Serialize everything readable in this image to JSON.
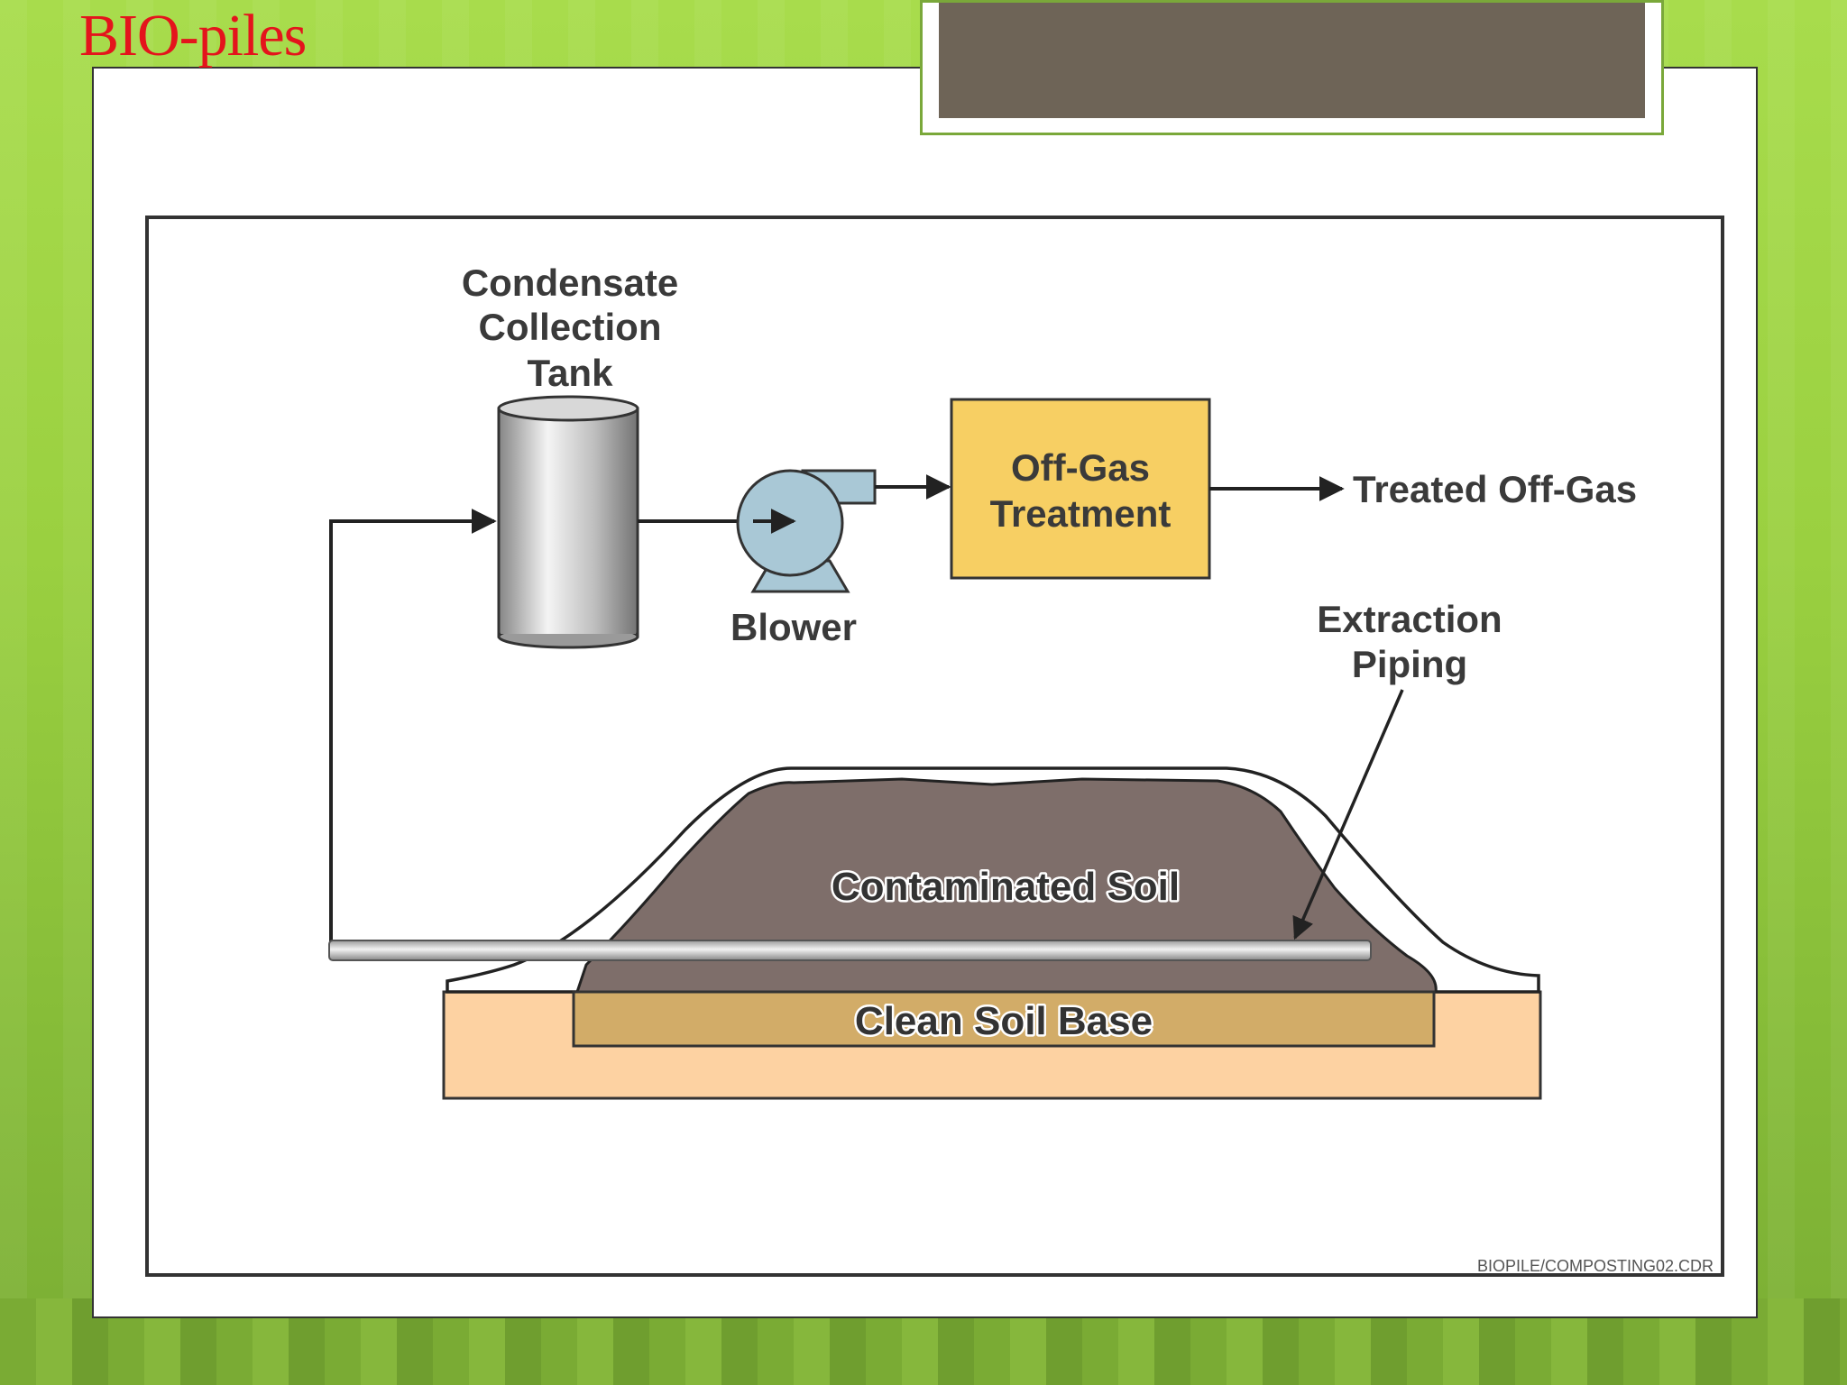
{
  "slide": {
    "title": "BIO-piles",
    "colors": {
      "background": "#9ad040",
      "title": "#e4141c",
      "title_box": "#6e6457",
      "frame": "#7aa83a"
    }
  },
  "diagram": {
    "labels": {
      "tank_line1": "Condensate",
      "tank_line2": "Collection",
      "tank_line3": "Tank",
      "blower": "Blower",
      "treatment_line1": "Off-Gas",
      "treatment_line2": "Treatment",
      "treated": "Treated Off-Gas",
      "piping_line1": "Extraction",
      "piping_line2": "Piping",
      "contaminated_soil": "Contaminated Soil",
      "clean_soil": "Clean Soil Base",
      "file_code": "BIOPILE/COMPOSTING02.CDR"
    },
    "colors": {
      "treatment_box": "#f7cf63",
      "blower": "#a9c8d6",
      "contaminated_soil": "#7e6e6a",
      "clean_soil_base": "#d2ac68",
      "outer_base": "#fdd2a2",
      "tank": "#c8c8c8"
    }
  }
}
